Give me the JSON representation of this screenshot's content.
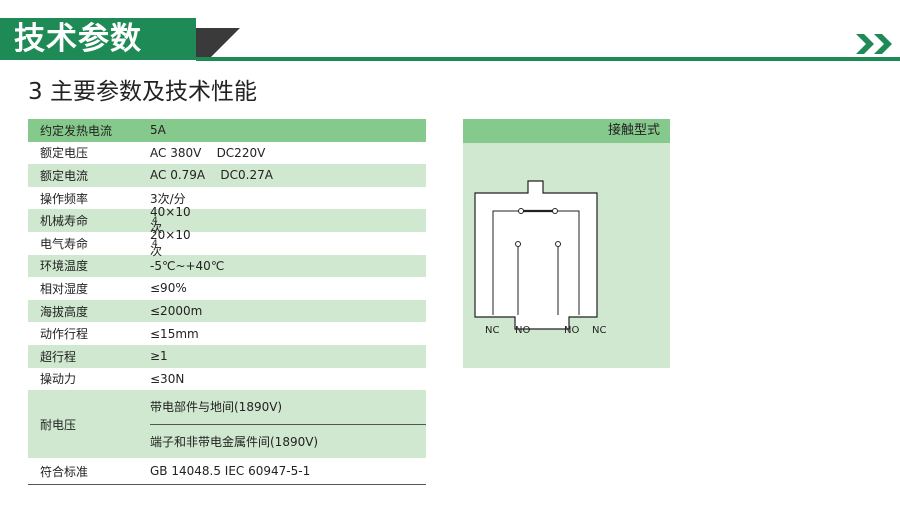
{
  "header": {
    "title": "技术参数"
  },
  "subtitle": "3 主要参数及技术性能",
  "table": {
    "rows": [
      {
        "label": "约定发热电流",
        "value": "5A"
      },
      {
        "label": "额定电压",
        "value": "AC 380V    DC220V"
      },
      {
        "label": "额定电流",
        "value": "AC 0.79A    DC0.27A"
      },
      {
        "label": "操作频率",
        "value": "3次/分"
      },
      {
        "label": "机械寿命",
        "value": "40×10次",
        "sup": "4"
      },
      {
        "label": "电气寿命",
        "value": "20×10次",
        "sup": "4"
      },
      {
        "label": "环境温度",
        "value": "-5℃~+40℃"
      },
      {
        "label": "相对湿度",
        "value": "≤90%"
      },
      {
        "label": "海拔高度",
        "value": "≤2000m"
      },
      {
        "label": "动作行程",
        "value": "≤15mm"
      },
      {
        "label": "超行程",
        "value": "≥1"
      },
      {
        "label": "操动力",
        "value": "≤30N"
      }
    ],
    "withstand": {
      "label": "耐电压",
      "values": [
        "带电部件与地间(1890V)",
        "端子和非带电金属件间(1890V)"
      ]
    },
    "standard": {
      "label": "符合标准",
      "value": "GB 14048.5  IEC 60947-5-1"
    }
  },
  "panel": {
    "title": "接触型式",
    "terminals": [
      "NC",
      "NO",
      "NO",
      "NC"
    ]
  },
  "colors": {
    "brand_green": "#1e8a55",
    "header_green": "#86c98c",
    "shade_green": "#cfe8cf"
  }
}
